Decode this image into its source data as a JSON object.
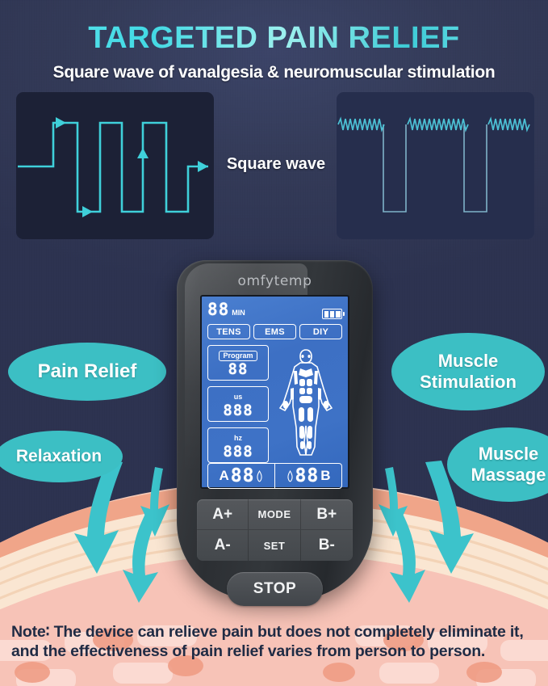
{
  "headline": "TARGETED PAIN RELIEF",
  "subheadline": "Square wave of vanalgesia & neuromuscular stimulation",
  "wave_label": "Square wave",
  "badges": {
    "pain_relief": "Pain Relief",
    "relaxation": "Relaxation",
    "muscle_stimulation_line1": "Muscle",
    "muscle_stimulation_line2": "Stimulation",
    "muscle_massage_line1": "Muscle",
    "muscle_massage_line2": "Massage"
  },
  "device": {
    "brand": "omfytemp",
    "screen": {
      "timer_value": "88",
      "timer_unit": "MIN",
      "battery_bars": 3,
      "tabs": [
        "TENS",
        "EMS",
        "DIY"
      ],
      "program_label": "Program",
      "program_value": "88",
      "pulse_width_label": "us",
      "pulse_width_value": "888",
      "frequency_label": "hz",
      "frequency_value": "888",
      "channel_a_letter": "A",
      "channel_a_value": "88",
      "channel_b_letter": "B",
      "channel_b_value": "88"
    },
    "keys": [
      "A+",
      "MODE",
      "B+",
      "A-",
      "SET",
      "B-"
    ],
    "stop_label": "STOP"
  },
  "note": "Note∶ The device can relieve pain but does not completely eliminate  it, and the effectiveness of pain relief varies from person to person.",
  "colors": {
    "background_navy": "#2f3550",
    "headline_cyan": "#44d9e4",
    "badge_teal": "#3cbfc4",
    "arrow_teal": "#3cc3cb",
    "lcd_blue": "#3d70c4",
    "note_text": "#1f2b44"
  }
}
